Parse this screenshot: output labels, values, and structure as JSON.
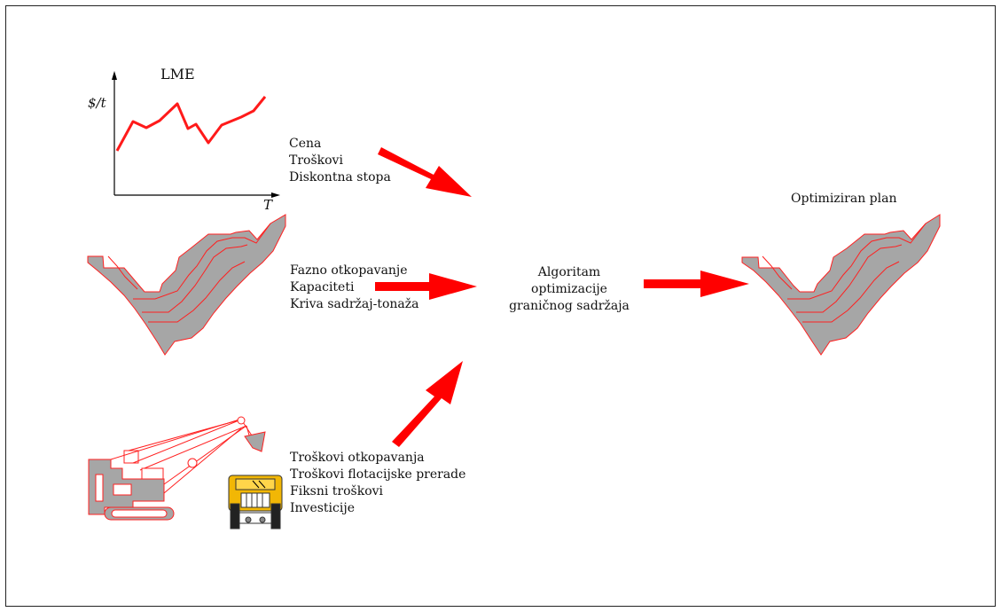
{
  "chart": {
    "title": "LME",
    "ylabel": "$/t",
    "xlabel": "T"
  },
  "inputs": {
    "economics": [
      "Cena",
      "Troškovi",
      "Diskontna stopa"
    ],
    "pit": [
      "Fazno otkopavanje",
      "Kapaciteti",
      "Kriva sadržaj-tonaža"
    ],
    "costs": [
      "Troškovi otkopavanja",
      "Troškovi flotacijske prerade",
      "Fiksni troškovi",
      "Investicije"
    ]
  },
  "algorithm": [
    "Algoritam",
    "optimizacije",
    "graničnog sadržaja"
  ],
  "output": {
    "title": "Optimiziran plan"
  },
  "colors": {
    "arrow": "#ff0000",
    "pit_fill": "#a6a6a6",
    "outline": "#ff2020",
    "truck": "#f2b705"
  }
}
